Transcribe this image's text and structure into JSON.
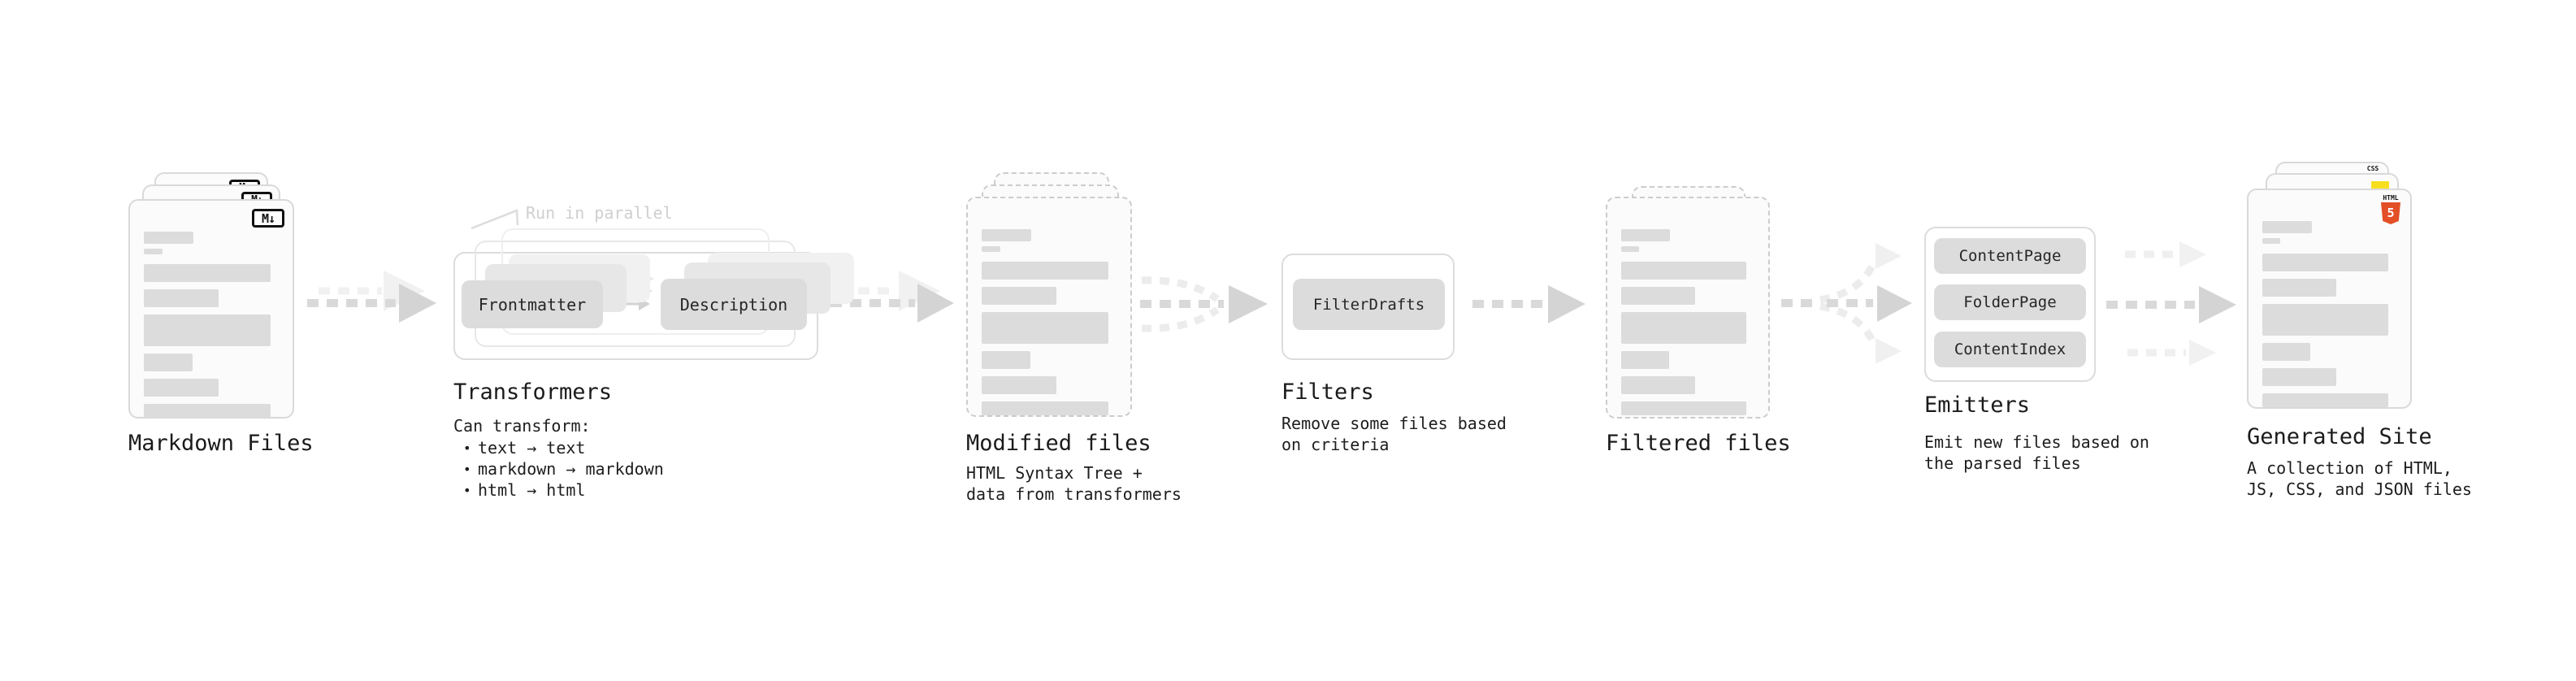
{
  "diagram": {
    "markdown_files": {
      "label": "Markdown Files",
      "badge": "M↓"
    },
    "transformers": {
      "annotation": "Run in parallel",
      "button_frontmatter": "Frontmatter",
      "button_description": "Description",
      "label": "Transformers",
      "description_intro": "Can transform:",
      "bullet_char": "•",
      "bullets": [
        "text → text",
        "markdown → markdown",
        "html → html"
      ]
    },
    "modified_files": {
      "label": "Modified files",
      "subtitle_lines": [
        "HTML Syntax Tree +",
        "data from transformers"
      ]
    },
    "filters": {
      "label": "Filters",
      "button_filterdrafts": "FilterDrafts",
      "subtitle_lines": [
        "Remove some files based",
        "on criteria"
      ]
    },
    "filtered_files": {
      "label": "Filtered files"
    },
    "emitters": {
      "label": "Emitters",
      "buttons": [
        "ContentPage",
        "FolderPage",
        "ContentIndex"
      ],
      "subtitle_lines": [
        "Emit new files based on",
        "the parsed files"
      ]
    },
    "generated_site": {
      "label": "Generated Site",
      "subtitle_lines": [
        "A collection of HTML,",
        "JS, CSS, and JSON files"
      ],
      "css_badge_label": "CSS",
      "html_badge_label": "HTML",
      "html_badge_number": "5"
    },
    "colors": {
      "html5_orange": "#e34f26",
      "js_yellow": "#f7df1e",
      "css_blue": "#2965f1"
    }
  }
}
